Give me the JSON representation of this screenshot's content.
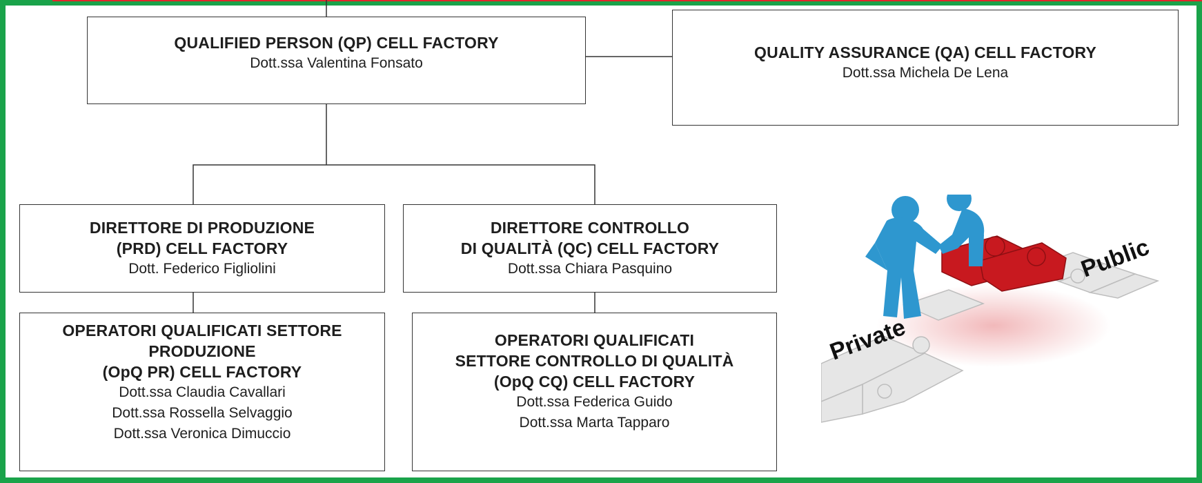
{
  "colors": {
    "frame": "#1aa34a",
    "top_line": "#e3262b",
    "figure": "#2e97cf",
    "puzzle_red": "#c8191f",
    "puzzle_grey": "#e6e6e6"
  },
  "qp": {
    "title": "QUALIFIED PERSON (QP) CELL FACTORY",
    "person": "Dott.ssa Valentina Fonsato"
  },
  "qa": {
    "title": "QUALITY ASSURANCE (QA) CELL FACTORY",
    "person": "Dott.ssa Michela De Lena"
  },
  "prd": {
    "title_lines": [
      "DIRETTORE  DI PRODUZIONE",
      "(PRD) CELL FACTORY"
    ],
    "person": "Dott. Federico Figliolini"
  },
  "qc": {
    "title_lines": [
      "DIRETTORE  CONTROLLO",
      "DI QUALITÀ  (QC) CELL FACTORY"
    ],
    "person": "Dott.ssa Chiara  Pasquino"
  },
  "opq_pr": {
    "title_lines": [
      "OPERATORI  QUALIFICATI  SETTORE",
      "PRODUZIONE",
      "(OpQ PR) CELL FACTORY"
    ],
    "people": [
      "Dott.ssa Claudia  Cavallari",
      "Dott.ssa Rossella  Selvaggio",
      "Dott.ssa Veronica  Dimuccio"
    ]
  },
  "opq_cq": {
    "title_lines": [
      "OPERATORI  QUALIFICATI",
      "SETTORE CONTROLLO  DI QUALITÀ",
      "(OpQ CQ) CELL FACTORY"
    ],
    "people": [
      "Dott.ssa Federica  Guido",
      "Dott.ssa Marta  Tapparo"
    ]
  },
  "illustration": {
    "label_left": "Private",
    "label_right": "Public",
    "icon": "teamwork-puzzle-icon"
  }
}
